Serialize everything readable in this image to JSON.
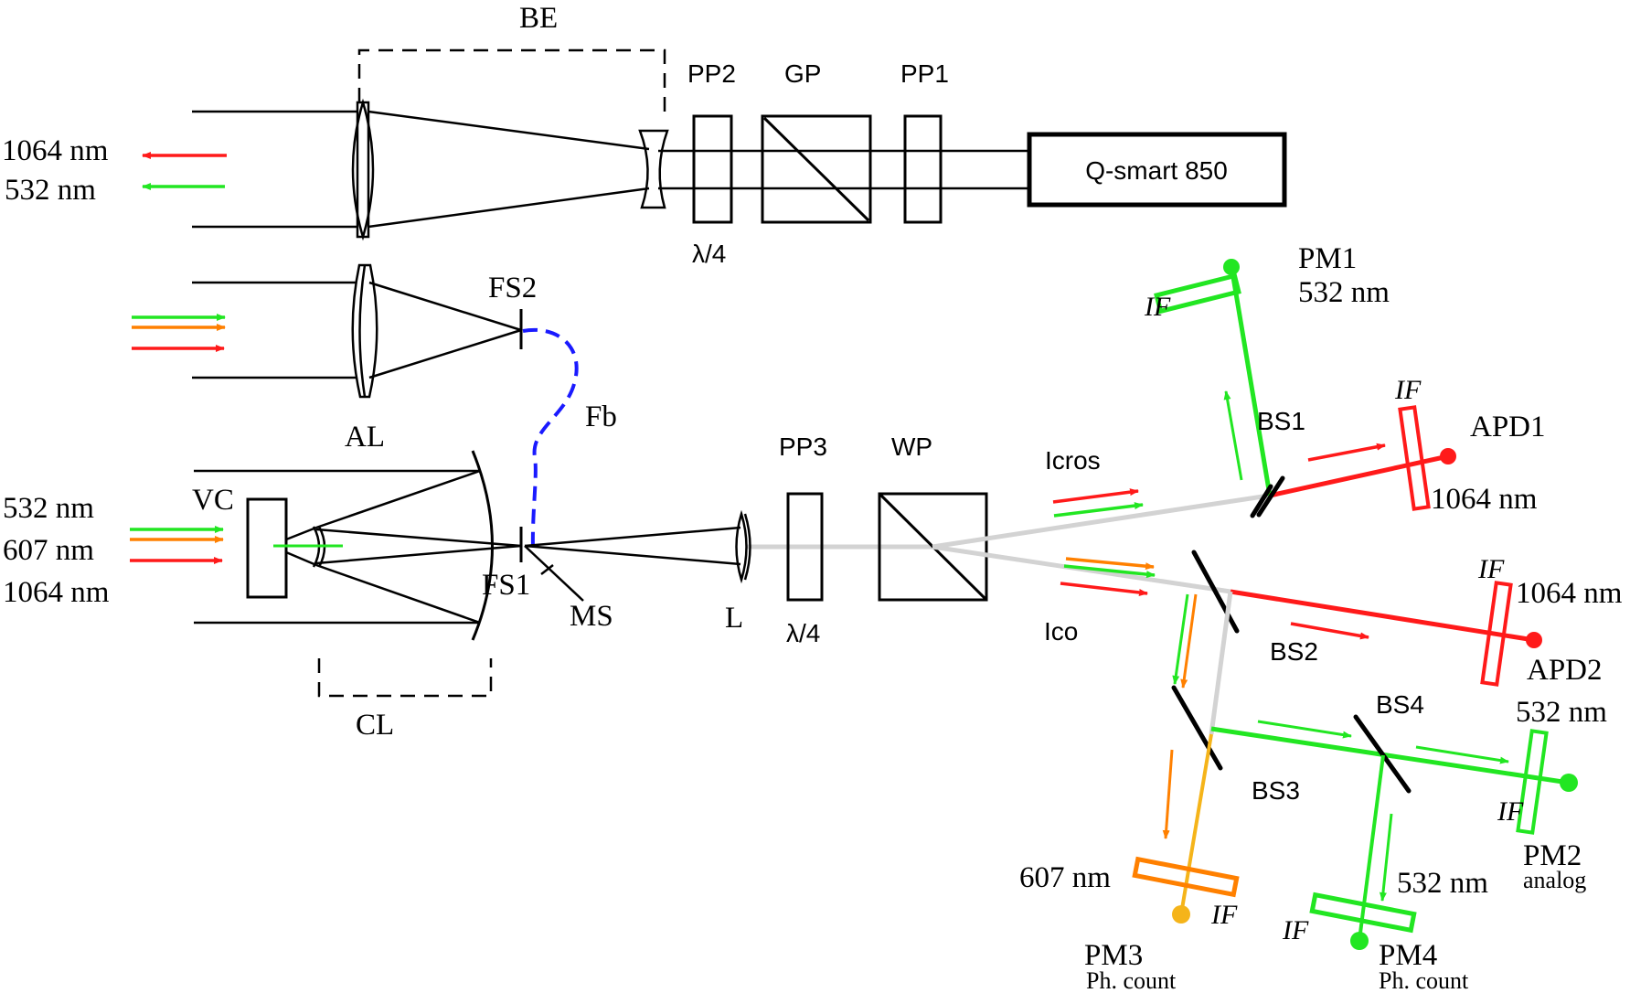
{
  "colors": {
    "ir": "#ff1a1a",
    "green": "#22e622",
    "orange": "#ff8000",
    "yellow": "#f5b41a",
    "fiber": "#1a1aff",
    "beam": "#d3d3d3",
    "line": "#000000"
  },
  "emitter": {
    "laser_label": "Q-smart 850",
    "beam_expander_label": "BE",
    "plates": {
      "pp2": "PP2",
      "gp": "GP",
      "pp1": "PP1",
      "pp2_sub": "λ/4"
    },
    "out_wavelengths": [
      "1064 nm",
      "532 nm"
    ]
  },
  "receiver": {
    "al_label": "AL",
    "fs2_label": "FS2",
    "fiber_label": "Fb",
    "vc_label": "VC",
    "cl_label": "CL",
    "fs1_label": "FS1",
    "ms_label": "MS",
    "l_label": "L",
    "pp3_label": "PP3",
    "pp3_sub": "λ/4",
    "wp_label": "WP",
    "in_wavelengths": [
      "532 nm",
      "607 nm",
      "1064 nm"
    ]
  },
  "channels": {
    "icros": "Icros",
    "ico": "Ico",
    "bs1": "BS1",
    "bs2": "BS2",
    "bs3": "BS3",
    "bs4": "BS4",
    "if_label": "IF",
    "pm1": {
      "name": "PM1",
      "wl": "532 nm"
    },
    "apd1": {
      "name": "APD1",
      "wl": "1064 nm"
    },
    "apd2": {
      "name": "APD2",
      "wl": "1064 nm"
    },
    "pm2": {
      "name": "PM2",
      "wl": "532 nm",
      "mode": "analog"
    },
    "pm3": {
      "name": "PM3",
      "wl": "607 nm",
      "mode": "Ph. count"
    },
    "pm4": {
      "name": "PM4",
      "wl": "532 nm",
      "mode": "Ph. count"
    }
  }
}
